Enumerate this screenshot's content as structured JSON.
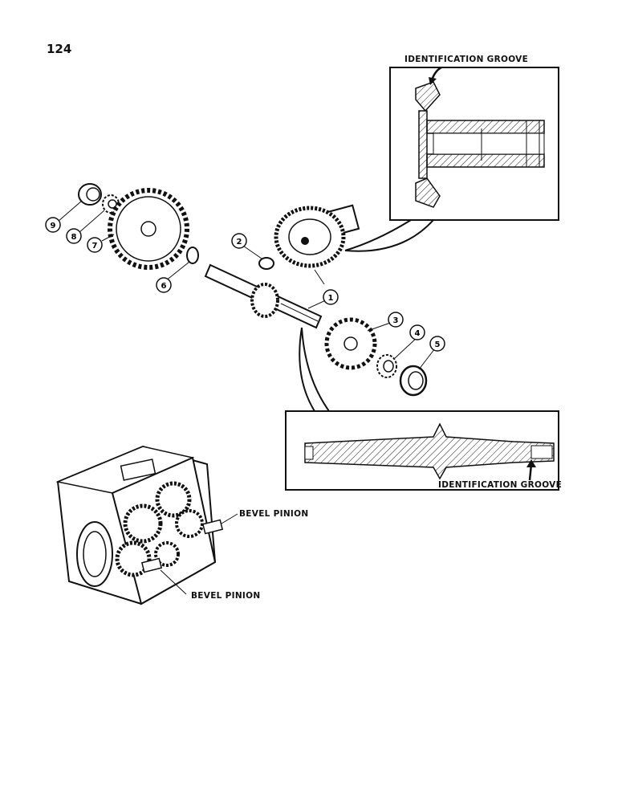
{
  "page_number": "124",
  "labels": {
    "identification_groove_top": "IDENTIFICATION GROOVE",
    "identification_groove_bottom": "IDENTIFICATION GROOVE",
    "bevel_pinion_upper": "BEVEL PINION",
    "bevel_pinion_lower": "BEVEL PINION"
  },
  "callouts": [
    "1",
    "2",
    "3",
    "4",
    "5",
    "6",
    "7",
    "8",
    "9"
  ]
}
